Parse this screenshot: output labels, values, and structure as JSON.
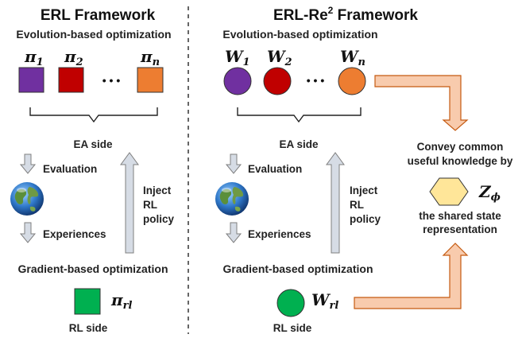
{
  "left": {
    "title": "ERL Framework",
    "evo_label": "Evolution-based optimization",
    "policies": [
      {
        "sym": "π",
        "sub": "1",
        "color": "#7030a0"
      },
      {
        "sym": "π",
        "sub": "2",
        "color": "#c00000"
      },
      {
        "sym": "π",
        "sub": "n",
        "color": "#ed7d31"
      }
    ],
    "dots": "• • •",
    "ea_side": "EA side",
    "evaluation": "Evaluation",
    "experiences": "Experiences",
    "inject": [
      "Inject",
      "RL",
      "policy"
    ],
    "grad_label": "Gradient-based optimization",
    "rl_policy": {
      "sym": "π",
      "sub": "rl",
      "color": "#00b050"
    },
    "rl_side": "RL side"
  },
  "right": {
    "title_main": "ERL-Re",
    "title_sup": "2",
    "title_tail": " Framework",
    "evo_label": "Evolution-based optimization",
    "policies": [
      {
        "sym": "W",
        "sub": "1",
        "color": "#7030a0"
      },
      {
        "sym": "W",
        "sub": "2",
        "color": "#c00000"
      },
      {
        "sym": "W",
        "sub": "n",
        "color": "#ed7d31"
      }
    ],
    "dots": "• • •",
    "ea_side": "EA side",
    "evaluation": "Evaluation",
    "experiences": "Experiences",
    "inject": [
      "Inject",
      "RL",
      "policy"
    ],
    "grad_label": "Gradient-based optimization",
    "rl_policy": {
      "sym": "W",
      "sub": "rl",
      "color": "#00b050"
    },
    "rl_side": "RL side",
    "convey": [
      "Convey common",
      "useful knowledge by"
    ],
    "shared_sym": "Z",
    "shared_sub": "ϕ",
    "shared_label": [
      "the shared state",
      "representation"
    ]
  },
  "colors": {
    "hexagon": "#ffe699",
    "arrow_orange_fill": "#f8cbad",
    "arrow_orange_stroke": "#c55a11",
    "arrow_gray_fill": "#d6dce5",
    "arrow_gray_stroke": "#7f7f7f"
  },
  "icons": [
    "earth-globe-icon"
  ]
}
